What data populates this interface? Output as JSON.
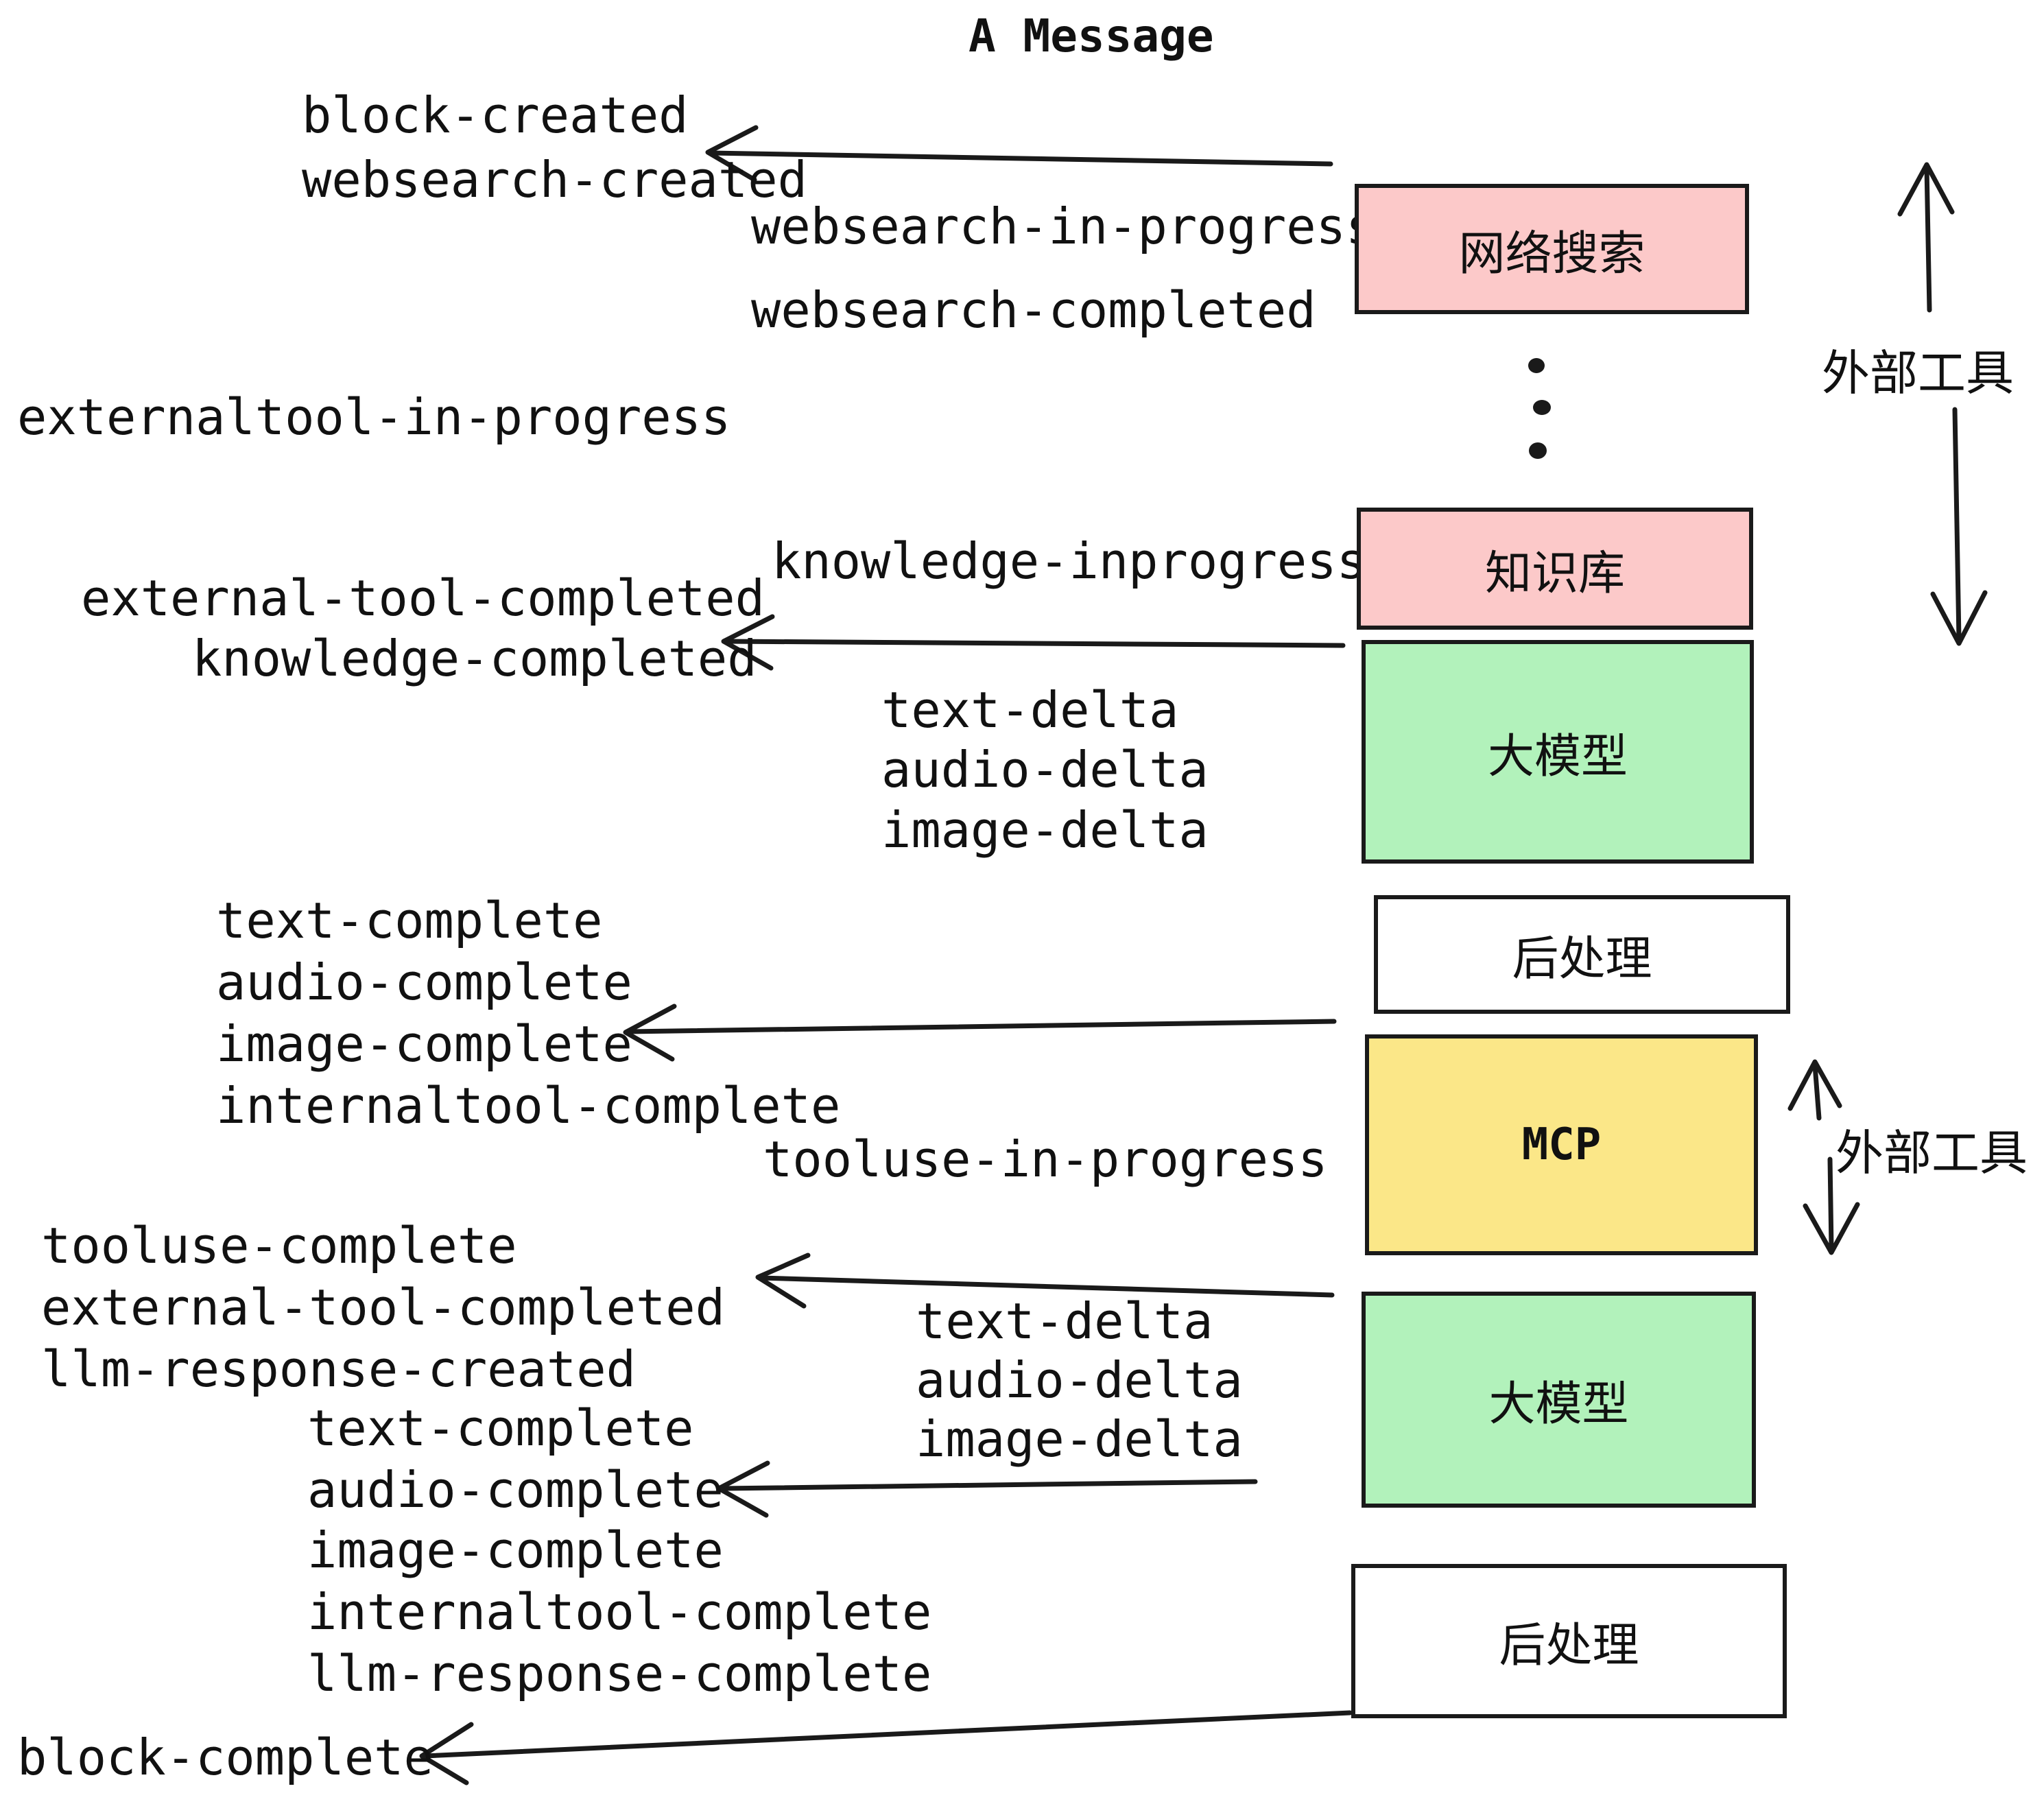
{
  "title": "A Message",
  "events": {
    "block_created": "block-created",
    "websearch_created": "websearch-created",
    "websearch_in_progress": "websearch-in-progress",
    "websearch_completed": "websearch-completed",
    "externaltool_in_progress": "externaltool-in-progress",
    "knowledge_inprogress": "knowledge-inprogress",
    "external_tool_completed_1": "external-tool-completed",
    "knowledge_completed": "knowledge-completed",
    "text_delta_1": "text-delta",
    "audio_delta_1": "audio-delta",
    "image_delta_1": "image-delta",
    "text_complete_1": "text-complete",
    "audio_complete_1": "audio-complete",
    "image_complete_1": "image-complete",
    "internaltool_complete_1": "internaltool-complete",
    "tooluse_in_progress": "tooluse-in-progress",
    "tooluse_complete": "tooluse-complete",
    "external_tool_completed_2": "external-tool-completed",
    "llm_response_created": "llm-response-created",
    "text_delta_2": "text-delta",
    "audio_delta_2": "audio-delta",
    "image_delta_2": "image-delta",
    "text_complete_2": "text-complete",
    "audio_complete_2": "audio-complete",
    "image_complete_2": "image-complete",
    "internaltool_complete_2": "internaltool-complete",
    "llm_response_complete": "llm-response-complete",
    "block_complete": "block-complete"
  },
  "boxes": {
    "websearch": "网络搜索",
    "knowledge": "知识库",
    "llm_1": "大模型",
    "post_1": "后处理",
    "mcp": "MCP",
    "llm_2": "大模型",
    "post_2": "后处理"
  },
  "side_labels": {
    "external_tools_top": "外部工具",
    "external_tools_mid": "外部工具"
  },
  "colors": {
    "box_pink": "#fcc9c9",
    "box_green": "#b2f2bb",
    "box_yellow": "#fbe788",
    "box_white": "#ffffff",
    "stroke": "#1a1a1a"
  }
}
